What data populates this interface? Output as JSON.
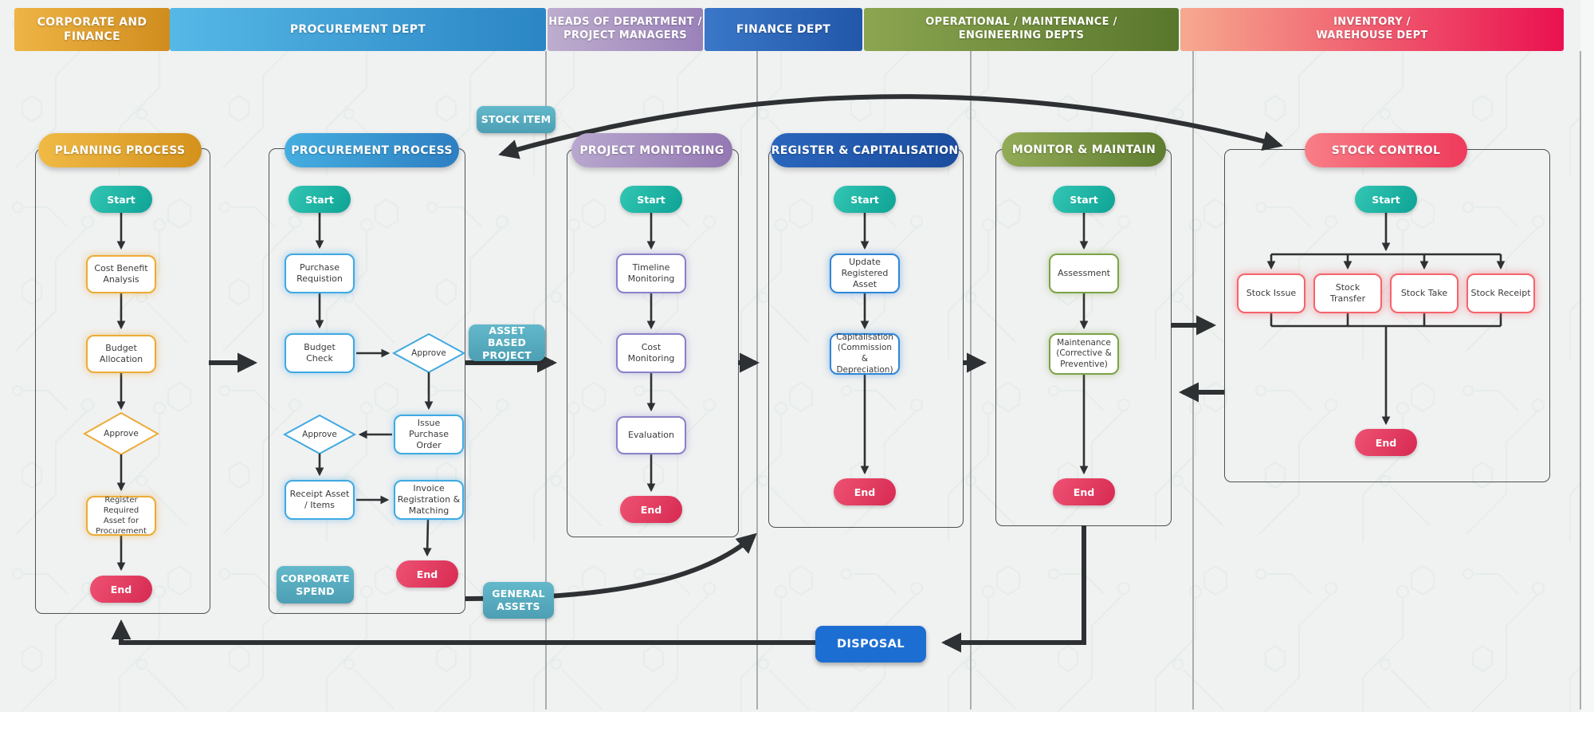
{
  "headers": [
    {
      "label": "CORPORATE AND FINANCE"
    },
    {
      "label": "PROCUREMENT DEPT"
    },
    {
      "label": "HEADS OF DEPARTMENT /\nPROJECT MANAGERS"
    },
    {
      "label": "FINANCE DEPT"
    },
    {
      "label": "OPERATIONAL / MAINTENANCE /\nENGINEERING DEPTS"
    },
    {
      "label": "INVENTORY /\nWAREHOUSE DEPT"
    }
  ],
  "lanes": [
    {
      "title": "PLANNING PROCESS",
      "start": "Start",
      "end": "End",
      "steps": {
        "cost_benefit": "Cost Benefit\nAnalysis",
        "budget_allocation": "Budget\nAllocation",
        "approve": "Approve",
        "register_required": "Register Required\nAsset for\nProcurement"
      }
    },
    {
      "title": "PROCUREMENT PROCESS",
      "start": "Start",
      "end": "End",
      "steps": {
        "purchase_requistion": "Purchase\nRequistion",
        "budget_check": "Budget\nCheck",
        "approve1": "Approve",
        "issue_po": "Issue Purchase\nOrder",
        "approve2": "Approve",
        "receipt_asset": "Receipt Asset\n/ Items",
        "invoice": "Invoice\nRegistration &\nMatching"
      }
    },
    {
      "title": "PROJECT MONITORING",
      "start": "Start",
      "end": "End",
      "steps": {
        "timeline": "Timeline\nMonitoring",
        "cost": "Cost\nMonitoring",
        "evaluation": "Evaluation"
      }
    },
    {
      "title": "REGISTER & CAPITALISATION",
      "start": "Start",
      "end": "End",
      "steps": {
        "update": "Update\nRegistered\nAsset",
        "capitalisation": "Capitalisation\n(Commission\n& Depreciation)"
      }
    },
    {
      "title": "MONITOR & MAINTAIN",
      "start": "Start",
      "end": "End",
      "steps": {
        "assessment": "Assessment",
        "maintenance": "Maintenance\n(Corrective &\nPreventive)"
      }
    },
    {
      "title": "STOCK CONTROL",
      "start": "Start",
      "end": "End",
      "steps": {
        "issue": "Stock Issue",
        "transfer": "Stock Transfer",
        "take": "Stock Take",
        "receipt": "Stock Receipt"
      }
    }
  ],
  "labels": {
    "stock_item": "STOCK ITEM",
    "asset_based_project": "ASSET BASED\nPROJECT",
    "corporate_spend": "CORPORATE\nSPEND",
    "general_assets": "GENERAL\nASSETS",
    "disposal": "DISPOSAL"
  },
  "colors": {
    "header_gold": "#dd9a24",
    "header_procurement_blue": "#3d9fd4",
    "header_purple": "#a992bf",
    "header_finance_blue": "#2a66bd",
    "header_olive": "#6f8e3d",
    "header_pink_gradient": [
      "#f5a58e",
      "#ec1a52"
    ],
    "start_teal": "#1db5a5",
    "end_red": "#e23a60",
    "tag_teal": "#57aec2",
    "disposal_blue": "#1d6ed3",
    "border_gold": "#ecab38",
    "border_blue": "#3fa9e2",
    "border_purple": "#8a82c8",
    "border_finance": "#2f86d8",
    "border_green": "#7ba346",
    "border_red": "#f5646c",
    "arrow_dark": "#2e3133",
    "lane_bg": "#f0f1f1"
  }
}
